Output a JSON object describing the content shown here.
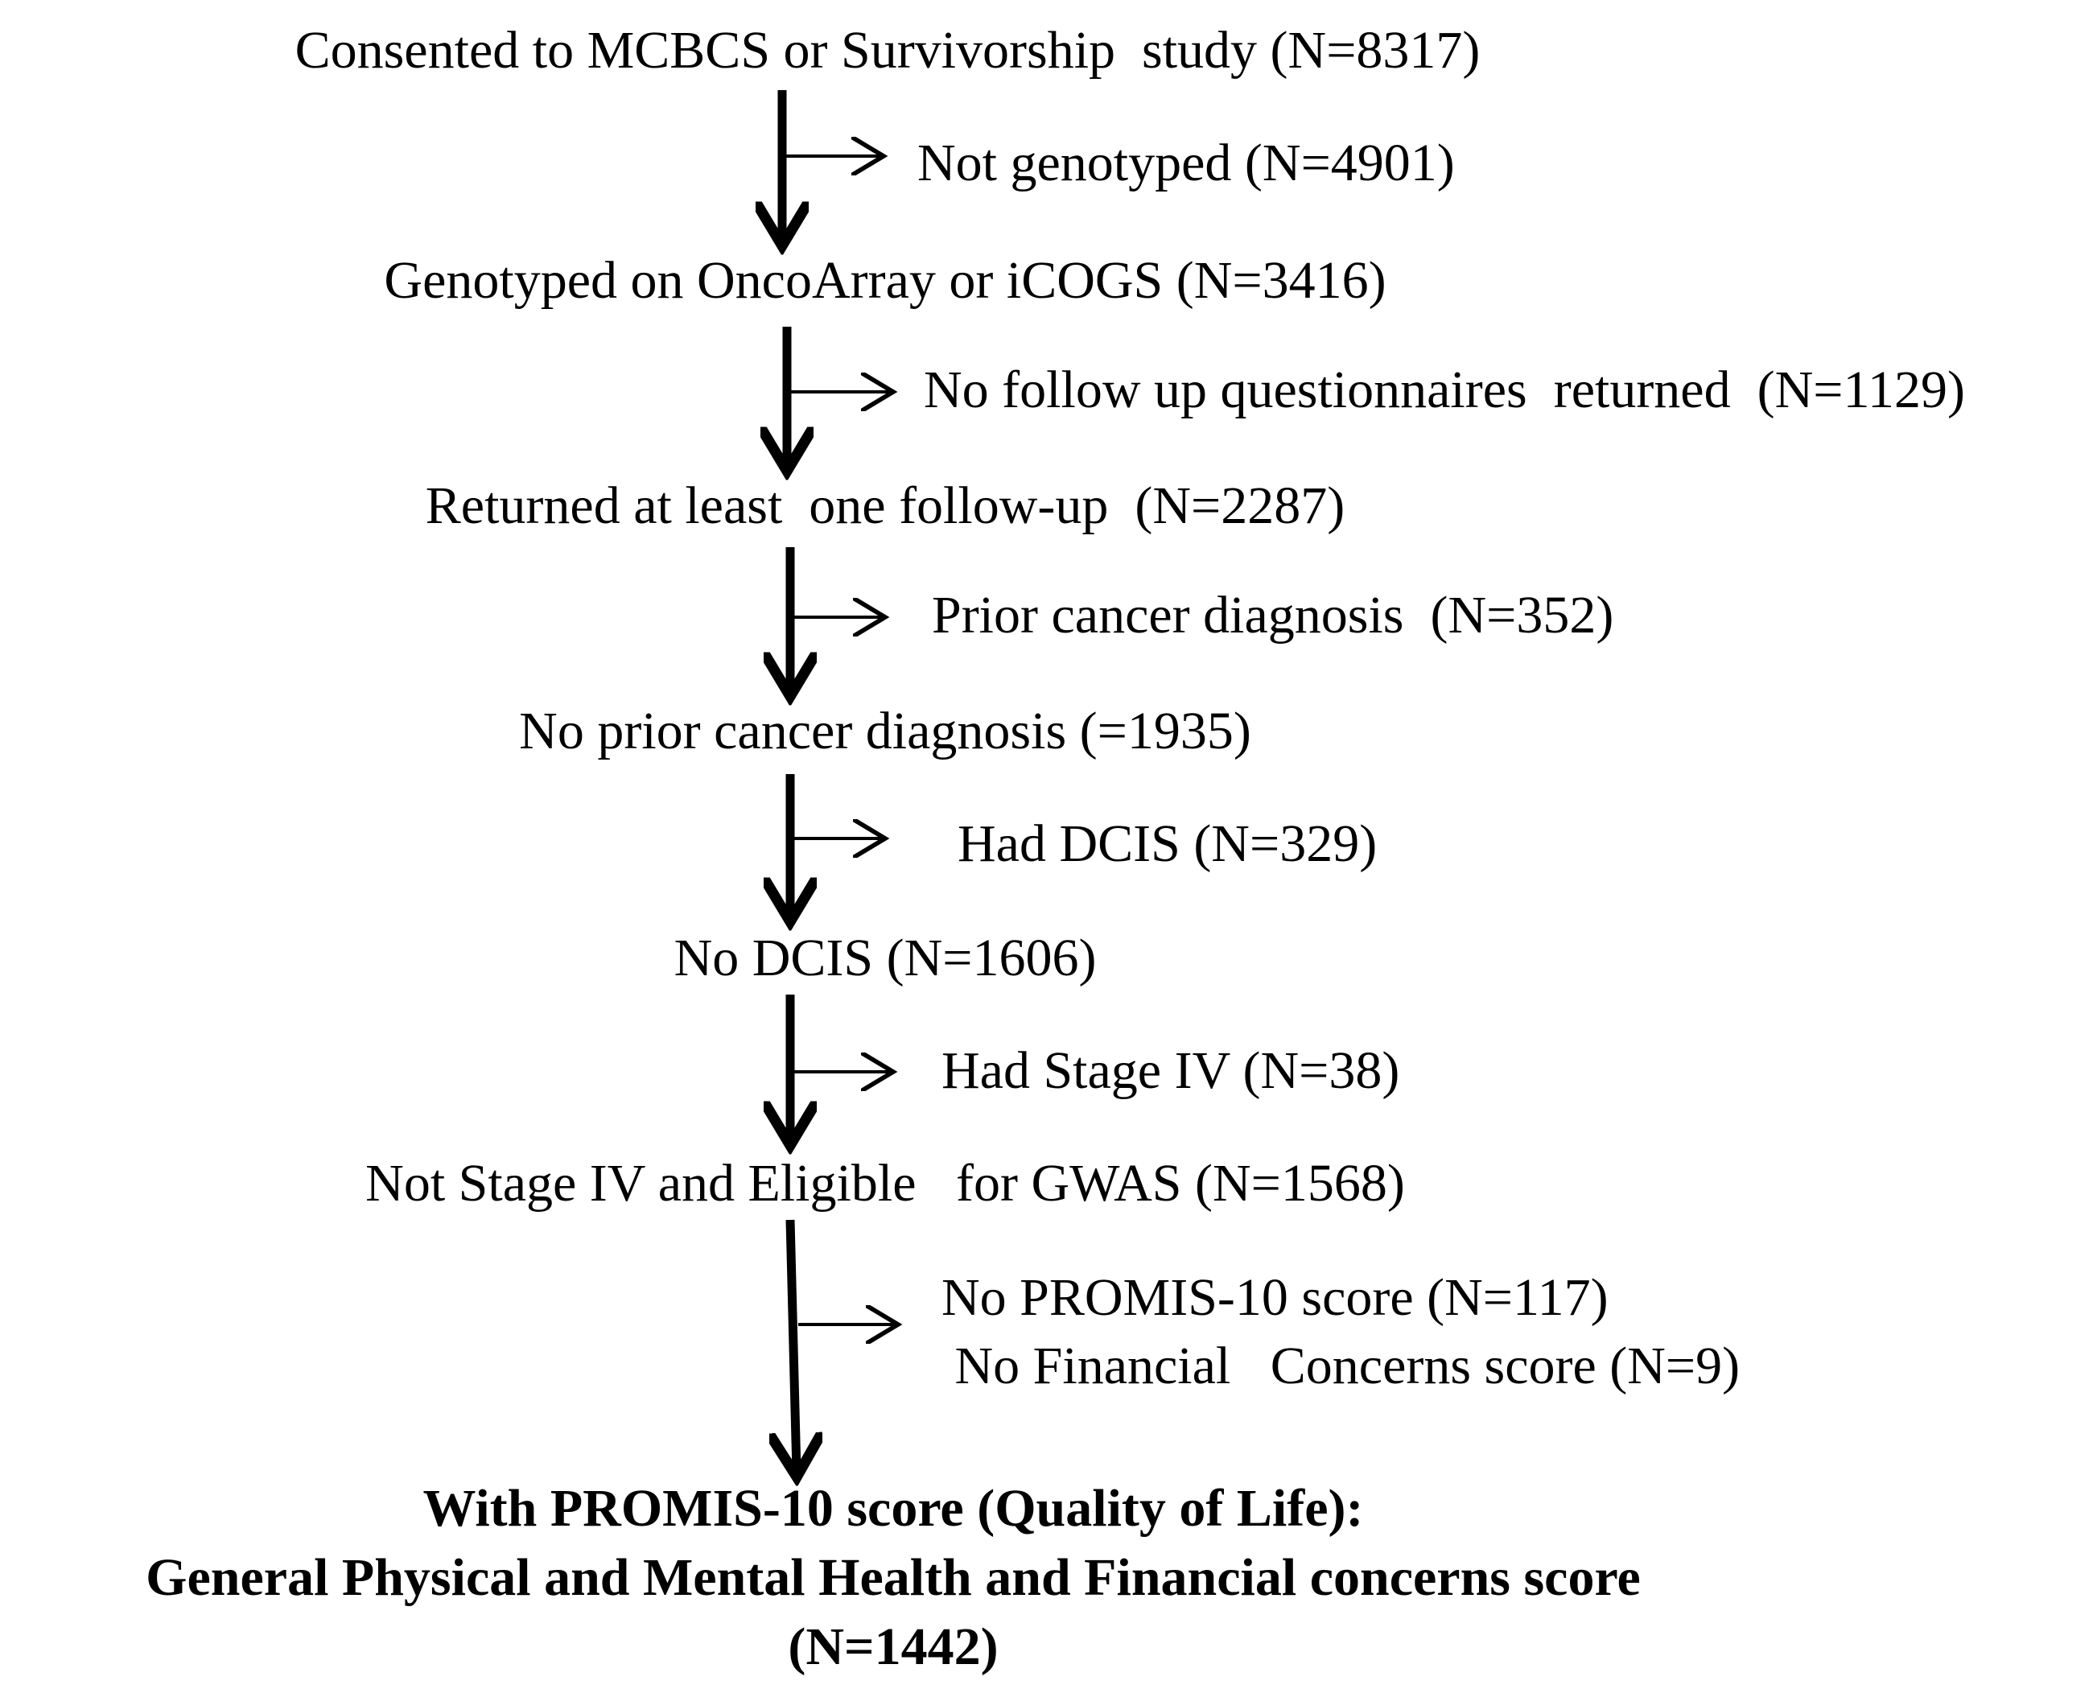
{
  "flowchart": {
    "steps": [
      "Consented to MCBCS or Survivorship  study (N=8317)",
      "Genotyped on OncoArray or iCOGS (N=3416)",
      "Returned at least  one follow-up  (N=2287)",
      "No prior cancer diagnosis (=1935)",
      "No DCIS (N=1606)",
      "Not Stage IV and Eligible   for GWAS (N=1568)"
    ],
    "exclusions": [
      [
        "Not genotyped (N=4901)"
      ],
      [
        "No follow up questionnaires  returned  (N=1129)"
      ],
      [
        "Prior cancer diagnosis  (N=352)"
      ],
      [
        "Had DCIS (N=329)"
      ],
      [
        "Had Stage IV (N=38)"
      ],
      [
        "No PROMIS-10 score (N=117)",
        " No Financial   Concerns score (N=9)"
      ]
    ],
    "final": [
      "With PROMIS-10 score (Quality of Life):",
      "General Physical and Mental Health and Financial concerns score",
      "(N=1442)"
    ]
  }
}
